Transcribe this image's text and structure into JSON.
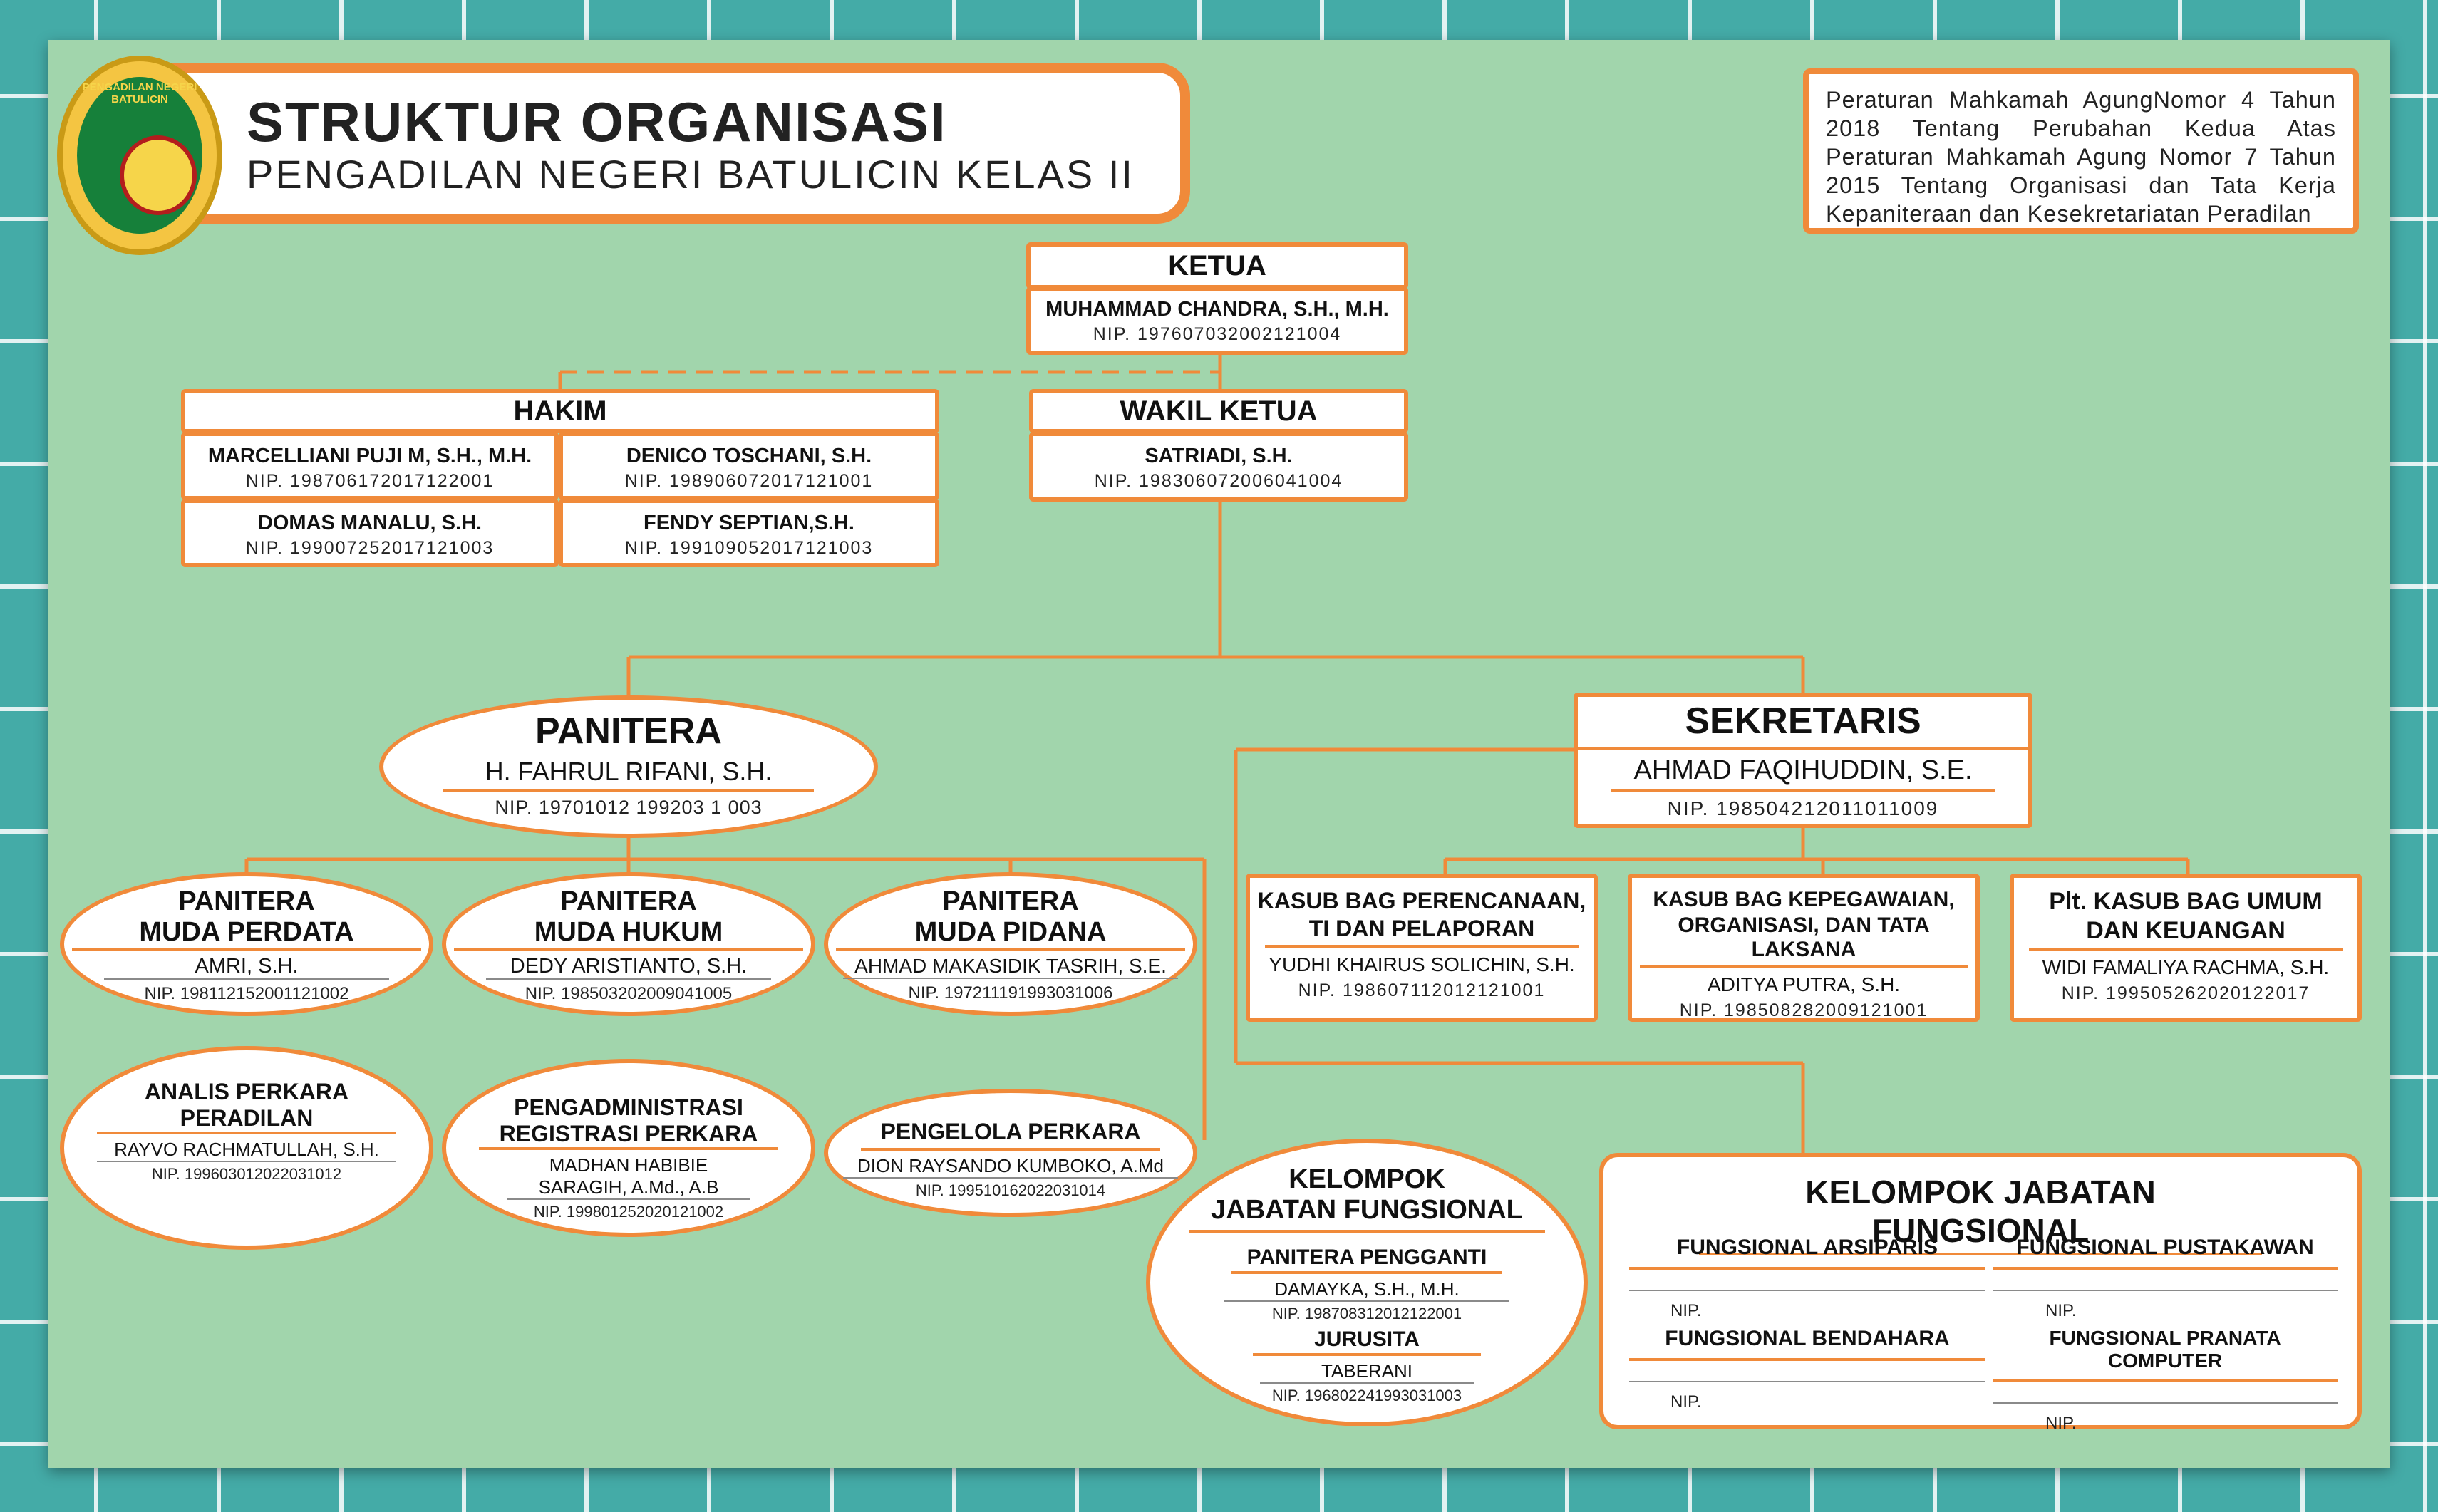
{
  "title": {
    "line1": "STRUKTUR ORGANISASI",
    "line2": "PENGADILAN NEGERI BATULICIN KELAS II",
    "logo_text": "PENGADILAN NEGERI BATULICIN"
  },
  "regulation": "Peraturan Mahkamah AgungNomor 4 Tahun 2018 Tentang Perubahan Kedua Atas Peraturan Mahkamah Agung Nomor 7 Tahun 2015 Tentang Organisasi dan Tata Kerja Kepaniteraan dan Kesekretariatan Peradilan",
  "ketua": {
    "title": "KETUA",
    "name": "MUHAMMAD CHANDRA, S.H., M.H.",
    "nip": "NIP. 197607032002121004"
  },
  "hakim": {
    "title": "HAKIM",
    "members": [
      {
        "name": "MARCELLIANI PUJI M, S.H., M.H.",
        "nip": "NIP. 198706172017122001"
      },
      {
        "name": "DENICO TOSCHANI, S.H.",
        "nip": "NIP. 198906072017121001"
      },
      {
        "name": "DOMAS MANALU, S.H.",
        "nip": "NIP. 199007252017121003"
      },
      {
        "name": "FENDY SEPTIAN,S.H.",
        "nip": "NIP. 199109052017121003"
      }
    ]
  },
  "wakil": {
    "title": "WAKIL KETUA",
    "name": "SATRIADI, S.H.",
    "nip": "NIP. 198306072006041004"
  },
  "panitera": {
    "title": "PANITERA",
    "name": "H. FAHRUL RIFANI, S.H.",
    "nip": "NIP. 19701012 199203 1 003"
  },
  "sekretaris": {
    "title": "SEKRETARIS",
    "name": "AHMAD FAQIHUDDIN, S.E.",
    "nip": "NIP. 198504212011011009"
  },
  "panmud": [
    {
      "title1": "PANITERA",
      "title2": "MUDA PERDATA",
      "name": "AMRI, S.H.",
      "nip": "NIP. 198112152001121002"
    },
    {
      "title1": "PANITERA",
      "title2": "MUDA HUKUM",
      "name": "DEDY ARISTIANTO, S.H.",
      "nip": "NIP. 198503202009041005"
    },
    {
      "title1": "PANITERA",
      "title2": "MUDA PIDANA",
      "name": "AHMAD MAKASIDIK TASRIH, S.E.",
      "nip": "NIP. 197211191993031006"
    }
  ],
  "kasubbag": [
    {
      "title1": "KASUB BAG PERENCANAAN,",
      "title2": "TI DAN PELAPORAN",
      "name": "YUDHI KHAIRUS SOLICHIN, S.H.",
      "nip": "NIP. 198607112012121001"
    },
    {
      "title1": "KASUB BAG KEPEGAWAIAN,",
      "title2": "ORGANISASI, DAN TATA LAKSANA",
      "name": "ADITYA PUTRA, S.H.",
      "nip": "NIP. 198508282009121001"
    },
    {
      "title1": "Plt. KASUB BAG UMUM",
      "title2": "DAN KEUANGAN",
      "name": "WIDI FAMALIYA RACHMA, S.H.",
      "nip": "NIP. 199505262020122017"
    }
  ],
  "staff": [
    {
      "title1": "ANALIS PERKARA",
      "title2": "PERADILAN",
      "name1": "RAYVO RACHMATULLAH, S.H.",
      "name2": "",
      "nip": "NIP. 199603012022031012"
    },
    {
      "title1": "PENGADMINISTRASI",
      "title2": "REGISTRASI PERKARA",
      "name1": "MADHAN HABIBIE",
      "name2": "SARAGIH, A.Md., A.B",
      "nip": "NIP. 199801252020121002"
    },
    {
      "title1": "PENGELOLA PERKARA",
      "title2": "",
      "name1": "DION RAYSANDO KUMBOKO, A.Md",
      "name2": "",
      "nip": "NIP. 199510162022031014"
    }
  ],
  "kjf_panitera": {
    "title1": "KELOMPOK",
    "title2": "JABATAN FUNGSIONAL",
    "pp_title": "PANITERA PENGGANTI",
    "pp_name": "DAMAYKA, S.H., M.H.",
    "pp_nip": "NIP. 198708312012122001",
    "js_title": "JURUSITA",
    "js_name": "TABERANI",
    "js_nip": "NIP. 196802241993031003"
  },
  "kjf_sekretaris": {
    "title": "KELOMPOK JABATAN FUNGSIONAL",
    "items": [
      {
        "title": "FUNGSIONAL ARSIPARIS",
        "nip": "NIP."
      },
      {
        "title": "FUNGSIONAL PUSTAKAWAN",
        "nip": "NIP."
      },
      {
        "title": "FUNGSIONAL BENDAHARA",
        "nip": "NIP."
      },
      {
        "title": "FUNGSIONAL PRANATA COMPUTER",
        "nip": "NIP."
      }
    ]
  },
  "colors": {
    "accent": "#f08a3a",
    "board": "#a1d5ac",
    "background": "#44aba7"
  }
}
